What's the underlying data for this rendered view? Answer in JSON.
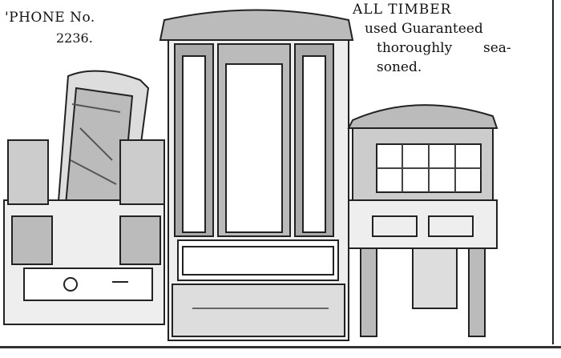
{
  "phone": {
    "line1": "'PHONE No.",
    "line2": "2236."
  },
  "timber": {
    "line1": "ALL TIMBER",
    "line2": "used Guaranteed",
    "line3a": "thoroughly",
    "line3b": "sea-",
    "line4": "soned."
  }
}
